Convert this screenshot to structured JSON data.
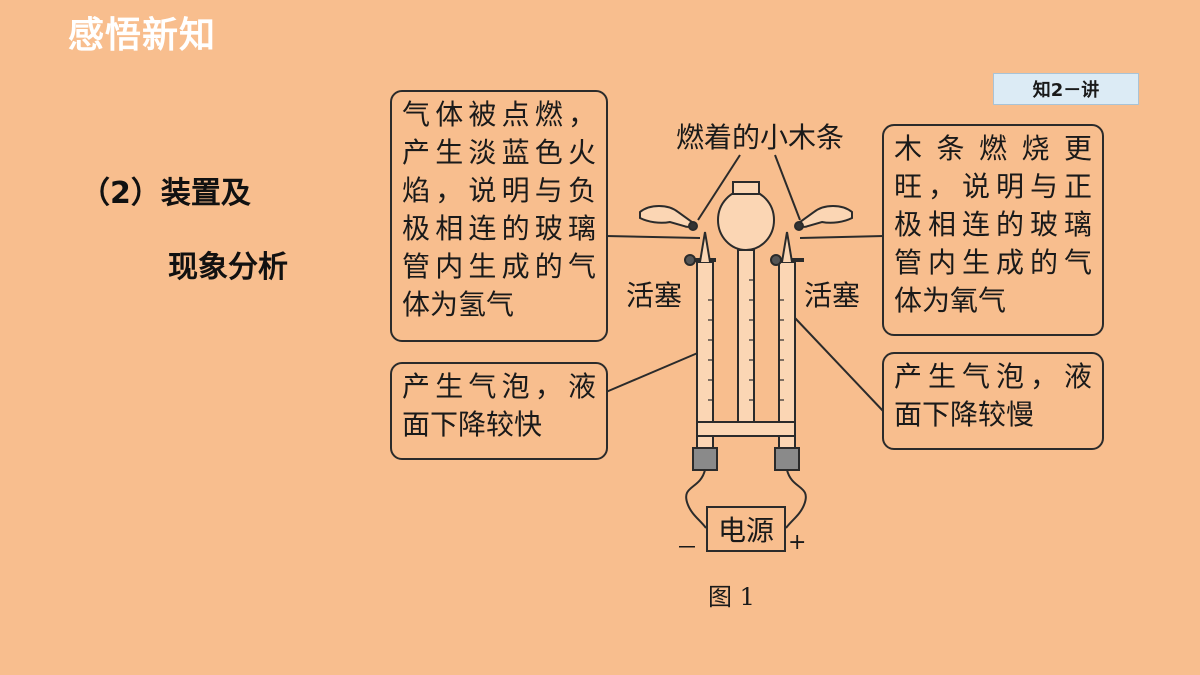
{
  "header": {
    "title": "感悟新知",
    "tag": "知2－讲"
  },
  "section": {
    "heading_line1": "（2）装置及",
    "heading_line2": "现象分析"
  },
  "diagram": {
    "top_label": "燃着的小木条",
    "stopcock_left": "活塞",
    "stopcock_right": "活塞",
    "power_label": "电源",
    "minus_sign": "－",
    "plus_sign": "+",
    "caption": "图 1",
    "callouts": {
      "top_left": [
        "气体被点燃，",
        "产生淡蓝色火",
        "焰，说明与负",
        "极相连的玻璃",
        "管内生成的气",
        "体为氢气"
      ],
      "top_right": [
        "木条燃烧更",
        "旺，说明与正",
        "极相连的玻璃",
        "管内生成的气",
        "体为氧气"
      ],
      "bottom_left": [
        "产生气泡，液",
        "面下降较快"
      ],
      "bottom_right": [
        "产生气泡，液",
        "面下降较慢"
      ]
    }
  }
}
